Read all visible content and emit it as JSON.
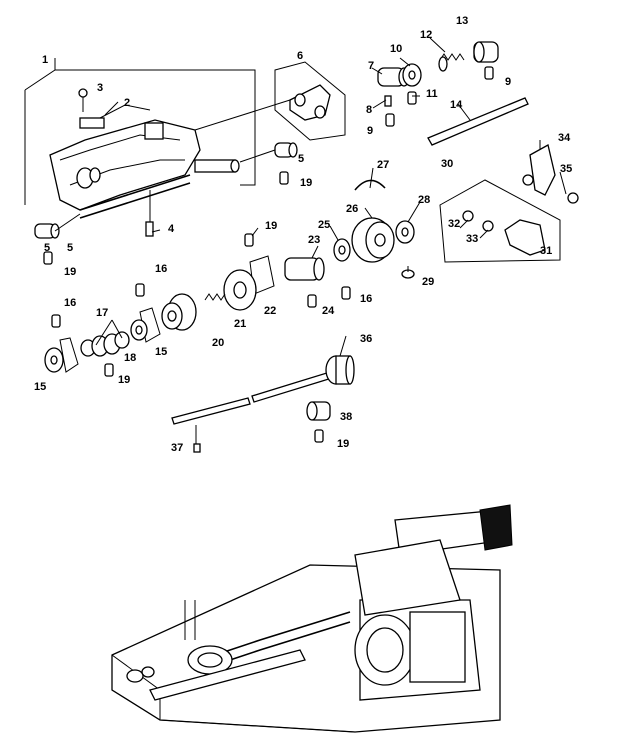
{
  "diagram": {
    "labels": [
      "1",
      "2",
      "3",
      "4",
      "5",
      "5",
      "6",
      "5",
      "19",
      "19",
      "7",
      "8",
      "9",
      "10",
      "11",
      "12",
      "13",
      "9",
      "14",
      "27",
      "26",
      "25",
      "28",
      "29",
      "30",
      "32",
      "33",
      "31",
      "34",
      "35",
      "19",
      "23",
      "24",
      "16",
      "16",
      "22",
      "21",
      "20",
      "15",
      "16",
      "17",
      "18",
      "19",
      "15",
      "36",
      "37",
      "38",
      "19"
    ]
  }
}
